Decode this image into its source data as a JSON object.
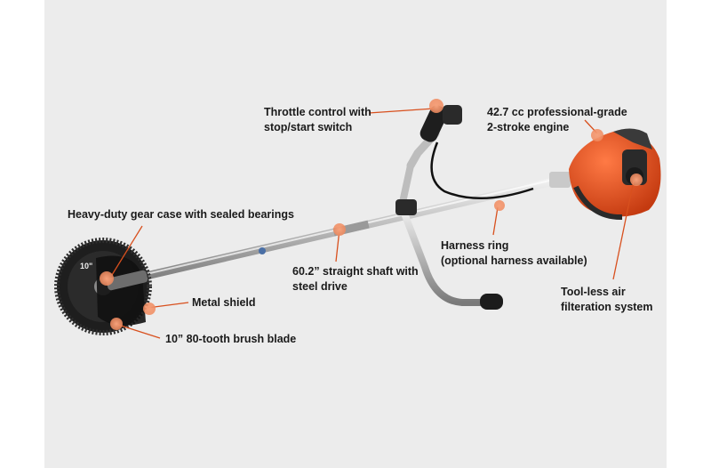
{
  "callouts": {
    "throttle": {
      "line1": "Throttle control with",
      "line2": "stop/start switch"
    },
    "engine": {
      "line1": "42.7 cc professional-grade",
      "line2": "2-stroke engine"
    },
    "gear_case": {
      "line1": "Heavy-duty gear case with sealed bearings"
    },
    "harness": {
      "line1": "Harness ring",
      "line2": "(optional harness available)"
    },
    "shaft": {
      "line1": "60.2” straight shaft with",
      "line2": "steel drive"
    },
    "shield": {
      "line1": "Metal shield"
    },
    "air_filter": {
      "line1": "Tool-less air",
      "line2": "filteration system"
    },
    "blade": {
      "line1": "10” 80-tooth brush blade"
    }
  },
  "blade_label": "10\" ",
  "colors": {
    "background": "#ececec",
    "engine_orange": "#e8501f",
    "marker_orange": "#f08a5e",
    "leader_line": "#d8501e"
  }
}
